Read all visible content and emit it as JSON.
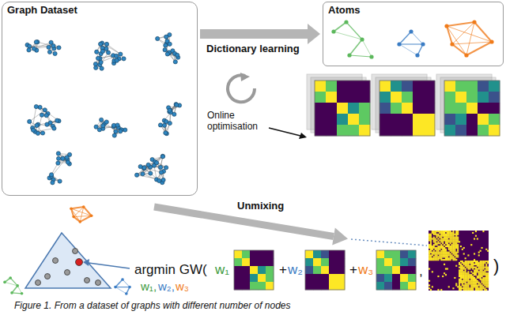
{
  "diagram": {
    "caption": "Figure 1. From a dataset of graphs with different number of nodes",
    "nodes": [
      {
        "text": [
          "Graph Dataset"
        ]
      },
      {
        "text": [
          "Atoms"
        ]
      }
    ],
    "edges": [
      {
        "from": 0,
        "to": 1,
        "arrow": "to",
        "label": "Dictionary learning"
      }
    ],
    "labels": [
      "Online optimisation",
      "Unmixing",
      "argmin GW(",
      "w₁,",
      "w₂,",
      "w₃",
      "w₁",
      "+",
      "w₂",
      "+",
      "w₃",
      ",",
      ")"
    ]
  }
}
